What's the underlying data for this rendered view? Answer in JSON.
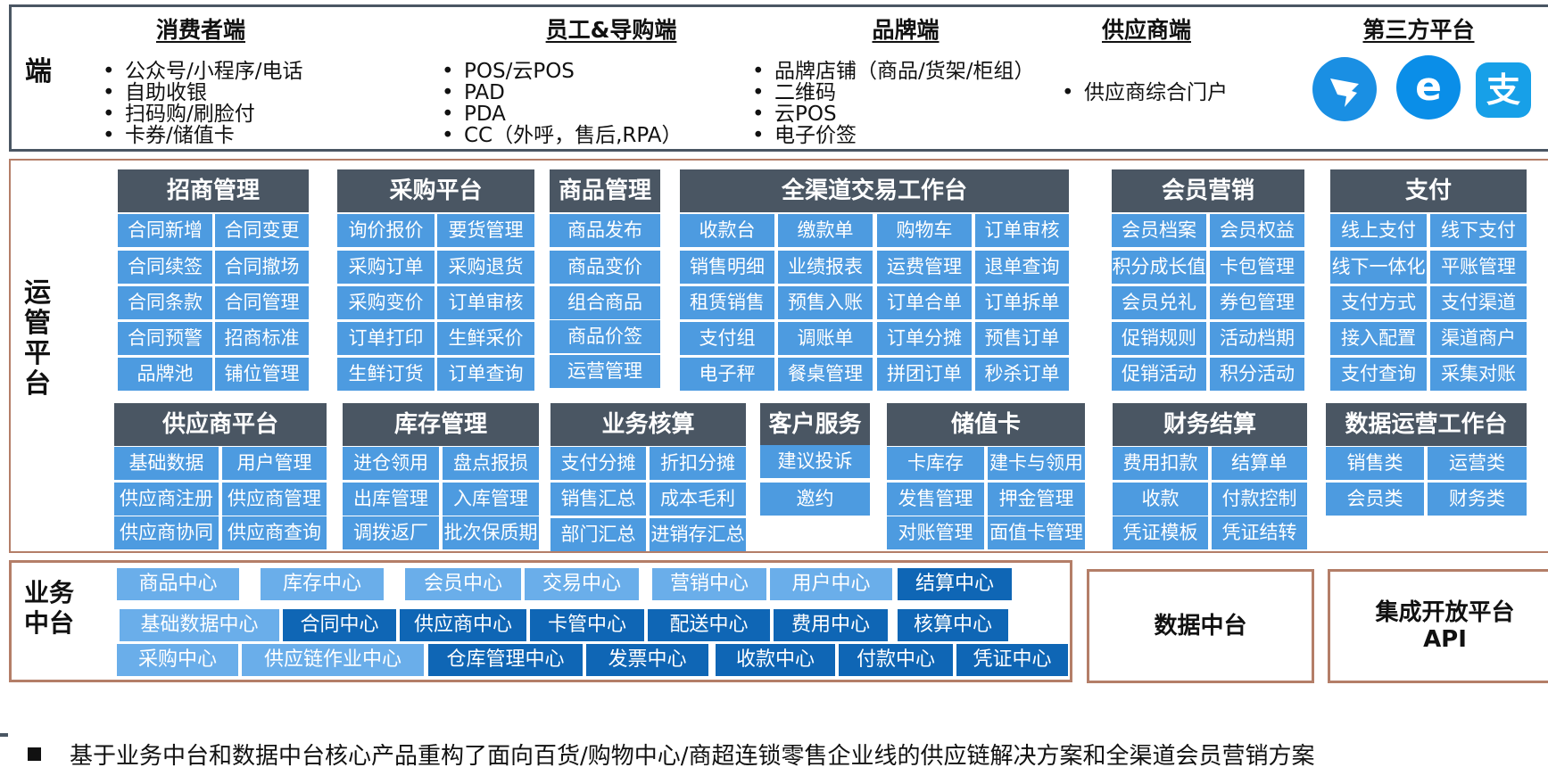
{
  "duan": {
    "label": "端",
    "columns": [
      {
        "title": "消费者端",
        "items": [
          "公众号/小程序/电话",
          "自助收银",
          "扫码购/刷脸付",
          "卡券/储值卡"
        ]
      },
      {
        "title": "员工&导购端",
        "items": [
          "POS/云POS",
          "PAD",
          "PDA",
          "CC（外呼，售后,RPA）"
        ]
      },
      {
        "title": "品牌端",
        "items": [
          "品牌店铺（商品/货架/柜组）",
          "二维码",
          "云POS",
          "电子价签"
        ]
      },
      {
        "title": "供应商端",
        "items": [
          "供应商综合门户"
        ]
      },
      {
        "title": "第三方平台",
        "items": []
      }
    ],
    "icons": [
      "dingtalk-icon",
      "eleme-icon",
      "alipay-icon"
    ],
    "icon_glyphs": {
      "eleme": "e",
      "alipay": "支"
    }
  },
  "yun": {
    "label": "运\n管\n平\n台",
    "modules": [
      {
        "title": "招商管理",
        "cells": [
          "合同新增",
          "合同变更",
          "合同续签",
          "合同撤场",
          "合同条款",
          "合同管理",
          "合同预警",
          "招商标准",
          "品牌池",
          "铺位管理"
        ]
      },
      {
        "title": "采购平台",
        "cells": [
          "询价报价",
          "要货管理",
          "采购订单",
          "采购退货",
          "采购变价",
          "订单审核",
          "订单打印",
          "生鲜采价",
          "生鲜订货",
          "订单查询"
        ]
      },
      {
        "title": "商品管理",
        "cells": [
          "商品发布",
          "商品变价",
          "组合商品",
          "商品价签",
          "运营管理"
        ]
      },
      {
        "title": "全渠道交易工作台",
        "cells": [
          "收款台",
          "缴款单",
          "购物车",
          "订单审核",
          "销售明细",
          "业绩报表",
          "运费管理",
          "退单查询",
          "租赁销售",
          "预售入账",
          "订单合单",
          "订单拆单",
          "支付组",
          "调账单",
          "订单分摊",
          "预售订单",
          "电子秤",
          "餐桌管理",
          "拼团订单",
          "秒杀订单"
        ]
      },
      {
        "title": "会员营销",
        "cells": [
          "会员档案",
          "会员权益",
          "积分成长值",
          "卡包管理",
          "会员兑礼",
          "券包管理",
          "促销规则",
          "活动档期",
          "促销活动",
          "积分活动"
        ]
      },
      {
        "title": "支付",
        "cells": [
          "线上支付",
          "线下支付",
          "线下一体化",
          "平账管理",
          "支付方式",
          "支付渠道",
          "接入配置",
          "渠道商户",
          "支付查询",
          "采集对账"
        ]
      },
      {
        "title": "供应商平台",
        "cells": [
          "基础数据",
          "用户管理",
          "供应商注册",
          "供应商管理",
          "供应商协同",
          "供应商查询"
        ]
      },
      {
        "title": "库存管理",
        "cells": [
          "进仓领用",
          "盘点报损",
          "出库管理",
          "入库管理",
          "调拨返厂",
          "批次保质期"
        ]
      },
      {
        "title": "业务核算",
        "cells": [
          "支付分摊",
          "折扣分摊",
          "销售汇总",
          "成本毛利",
          "部门汇总",
          "进销存汇总"
        ]
      },
      {
        "title": "客户服务",
        "cells": [
          "建议投诉",
          "邀约"
        ]
      },
      {
        "title": "储值卡",
        "cells": [
          "卡库存",
          "建卡与领用",
          "发售管理",
          "押金管理",
          "对账管理",
          "面值卡管理"
        ]
      },
      {
        "title": "财务结算",
        "cells": [
          "费用扣款",
          "结算单",
          "收款",
          "付款控制",
          "凭证模板",
          "凭证结转"
        ]
      },
      {
        "title": "数据运营工作台",
        "cells": [
          "销售类",
          "运营类",
          "会员类",
          "财务类"
        ]
      }
    ]
  },
  "yewu": {
    "label": "业务\n中台",
    "rows": [
      [
        "商品中心",
        "库存中心",
        "会员中心",
        "交易中心",
        "营销中心",
        "用户中心",
        "结算中心"
      ],
      [
        "基础数据中心",
        "合同中心",
        "供应商中心",
        "卡管中心",
        "配送中心",
        "费用中心",
        "核算中心"
      ],
      [
        "采购中心",
        "供应链作业中心",
        "仓库管理中心",
        "发票中心",
        "收款中心",
        "付款中心",
        "凭证中心"
      ]
    ],
    "colors": {
      "light": "#6aaeea",
      "dark": "#0f66b5"
    }
  },
  "data_platform": "数据中台",
  "open_platform": {
    "line1": "集成开放平台",
    "line2": "API"
  },
  "footer": "基于业务中台和数据中台核心产品重构了面向百货/购物中心/商超连锁零售企业线的供应链解决方案和全渠道会员营销方案",
  "colors": {
    "header": "#4a5663",
    "cell": "#4d9be0",
    "border_duan": "#4a5663",
    "border_lower": "#b47e68"
  }
}
